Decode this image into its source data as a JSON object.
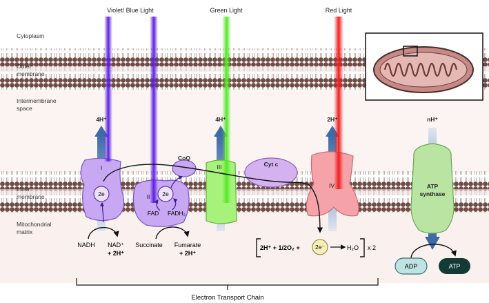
{
  "regions": {
    "cytoplasm": "Cytoplasm",
    "outer_membrane": [
      "Outer",
      "membrane"
    ],
    "intermembrane": [
      "Intermembrane",
      "space"
    ],
    "inner_membrane": [
      "Inner",
      "membrane"
    ],
    "matrix": [
      "Mitochondrial",
      "matrix"
    ]
  },
  "light": {
    "violet": "Violet/ Blue Light",
    "green": "Green Light",
    "red": "Red Light"
  },
  "protons": {
    "c1": "4H⁺",
    "c3": "4H⁺",
    "c4": "2H⁺",
    "atp": "nH⁺"
  },
  "complexes": {
    "c1": "I",
    "c2": "II",
    "c3": "III",
    "coq": "CoQ",
    "cytc": "Cyt c",
    "c4": "IV",
    "atp_synthase": [
      "ATP",
      "synthase"
    ]
  },
  "electrons": {
    "e2": "2e",
    "e2_minus": "2e⁻"
  },
  "cofactors": {
    "fad": "FAD",
    "fadh2": "FADH₂"
  },
  "substrates": {
    "nadh": "NADH",
    "nad": "NAD⁺",
    "nad_h": "+ 2H⁺",
    "succinate": "Succinate",
    "fumarate": "Fumarate",
    "fumarate_h": "+ 2H⁺",
    "adp": "ADP",
    "atp": "ATP"
  },
  "reaction": {
    "left": "2H⁺ + 1/2O₂ +",
    "product": "H₂O",
    "times": "x 2"
  },
  "footer": "Electron Transport Chain",
  "colors": {
    "violet": "#5b1fe0",
    "green": "#57e82a",
    "red": "#ee1f1f",
    "membrane": "#6f4b44",
    "proton_arrow": "#3e6aa8",
    "complex_purple": "#c8a8f2",
    "complex_green": "#a6f27a",
    "complex_red": "#f5a3a8",
    "atp_synthase": "#b9e4a2"
  }
}
